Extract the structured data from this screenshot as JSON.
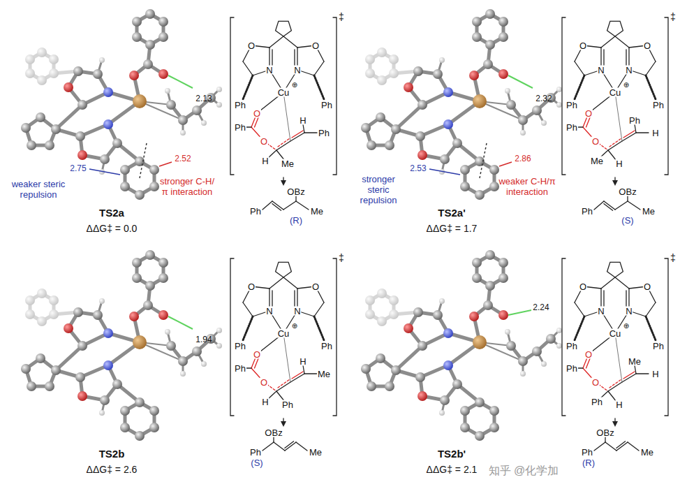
{
  "diagram": {
    "labels": [
      "2.13",
      "2.52",
      "2.75",
      "weaker steric repulsion",
      "stronger C-H/π interaction",
      "TS2a",
      "ΔΔG‡ = 0.0",
      "‡",
      "O",
      "N",
      "N",
      "O",
      "Ph",
      "Ph",
      "Cu",
      "⊕",
      "O",
      "O",
      "Ph",
      "H",
      "Me",
      "H",
      "Ph",
      "OBz",
      "Ph",
      "(R)",
      "Me",
      "2.32",
      "2.86",
      "2.53",
      "stronger steric repulsion",
      "weaker C-H/π interaction",
      "TS2a'",
      "ΔΔG‡ = 1.7",
      "‡",
      "O",
      "N",
      "N",
      "O",
      "Ph",
      "Ph",
      "Cu",
      "⊕",
      "O",
      "O",
      "Ph",
      "Me",
      "H",
      "Ph",
      "H",
      "OBz",
      "Ph",
      "(S)",
      "Me",
      "1.94",
      "TS2b",
      "ΔΔG‡ = 2.6",
      "‡",
      "O",
      "N",
      "N",
      "O",
      "Ph",
      "Ph",
      "Cu",
      "⊕",
      "O",
      "O",
      "Ph",
      "H",
      "Ph",
      "H",
      "Me",
      "OBz",
      "Ph",
      "(S)",
      "Me",
      "2.24",
      "TS2b'",
      "ΔΔG‡ = 2.1",
      "‡",
      "O",
      "N",
      "N",
      "O",
      "Ph",
      "Ph",
      "Cu",
      "⊕",
      "O",
      "O",
      "Ph",
      "Ph",
      "H",
      "Me",
      "H",
      "OBz",
      "Ph",
      "(R)",
      "Me",
      "知乎 @化学加"
    ]
  }
}
